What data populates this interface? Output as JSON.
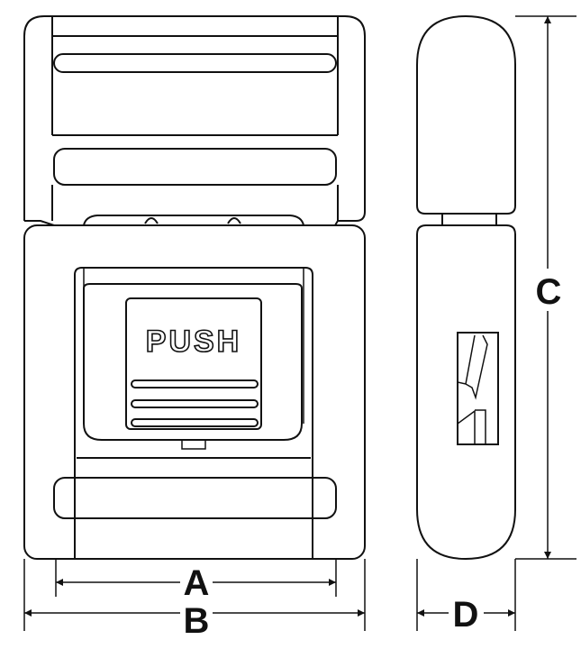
{
  "button_text": "PUSH",
  "dimensions": {
    "a": "A",
    "b": "B",
    "c": "C",
    "d": "D"
  }
}
